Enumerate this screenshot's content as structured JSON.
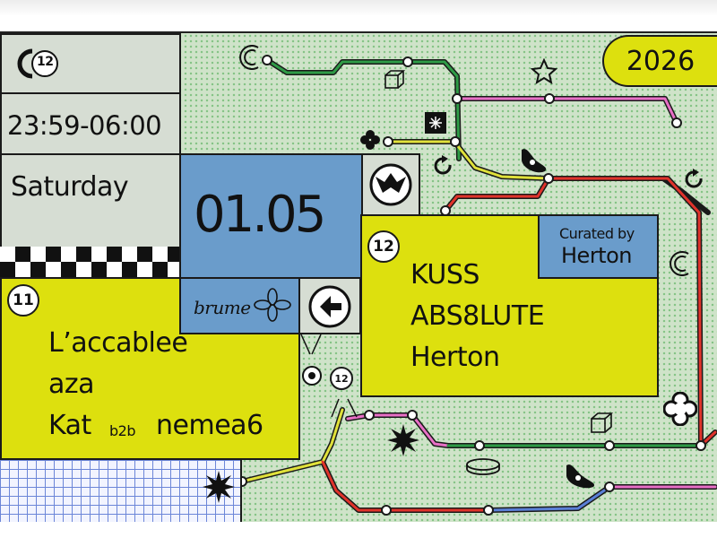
{
  "poster": {
    "logo_number": "12",
    "time": "23:59-06:00",
    "day": "Saturday",
    "date": "01.05",
    "year": "2026",
    "brand": "brume"
  },
  "room1": {
    "number": "11",
    "artists": [
      "L’accablee",
      "aza"
    ],
    "line3": {
      "artist_a": "Kat",
      "connector": "b2b",
      "artist_b": "nemea6"
    }
  },
  "room2": {
    "number": "12",
    "artists": [
      "KUSS",
      "ABS8LUTE",
      "Herton"
    ],
    "curated_label": "Curated by",
    "curator": "Herton"
  },
  "map_marker": {
    "number": "12"
  },
  "icons": [
    "c-logo-icon",
    "star-icon",
    "cube-icon",
    "sparkle-icon",
    "flower-icon",
    "arrow-loop-icon",
    "droplet-blob-icon",
    "starburst-icon",
    "ring-icon",
    "fan-arrow-icon",
    "chevron-arrow-icon"
  ],
  "colors": {
    "green_bg": "#cfe3c9",
    "blue": "#6a9ccb",
    "yellow": "#dde00e",
    "grey": "#d6ddd3",
    "line_green": "#2e9b46",
    "line_red": "#e0332b",
    "line_yellow": "#d9d400",
    "line_pink": "#e86fc6",
    "line_blue": "#5a7fd6"
  }
}
